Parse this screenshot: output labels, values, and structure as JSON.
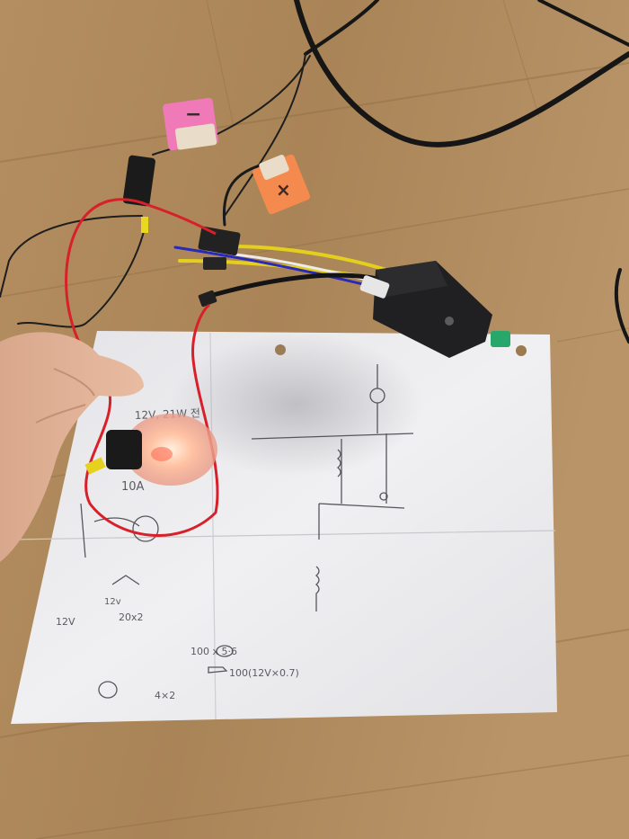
{
  "photo": {
    "tape_labels": {
      "negative": "−",
      "positive": "×"
    },
    "paper_notes": {
      "bulb_spec": "12V, 21W 전",
      "amp_note": "10A",
      "note_12v": "12V",
      "note_sum": "20x2",
      "note_div": "12v",
      "note_calc": "100 x 5·6",
      "note_relay": "100(12V×0.7)",
      "note_bottom": "4×2"
    },
    "colors": {
      "floor": "#b08a5c",
      "paper": "#eeeef0",
      "red_wire": "#d8202a",
      "black_wire": "#1c1c1c",
      "yellow_wire": "#e6d21e",
      "pink_tape": "#f07ab8",
      "orange_tape": "#f48a4e",
      "relay": "#202022",
      "bulb_glow": "#ffb59a"
    }
  }
}
